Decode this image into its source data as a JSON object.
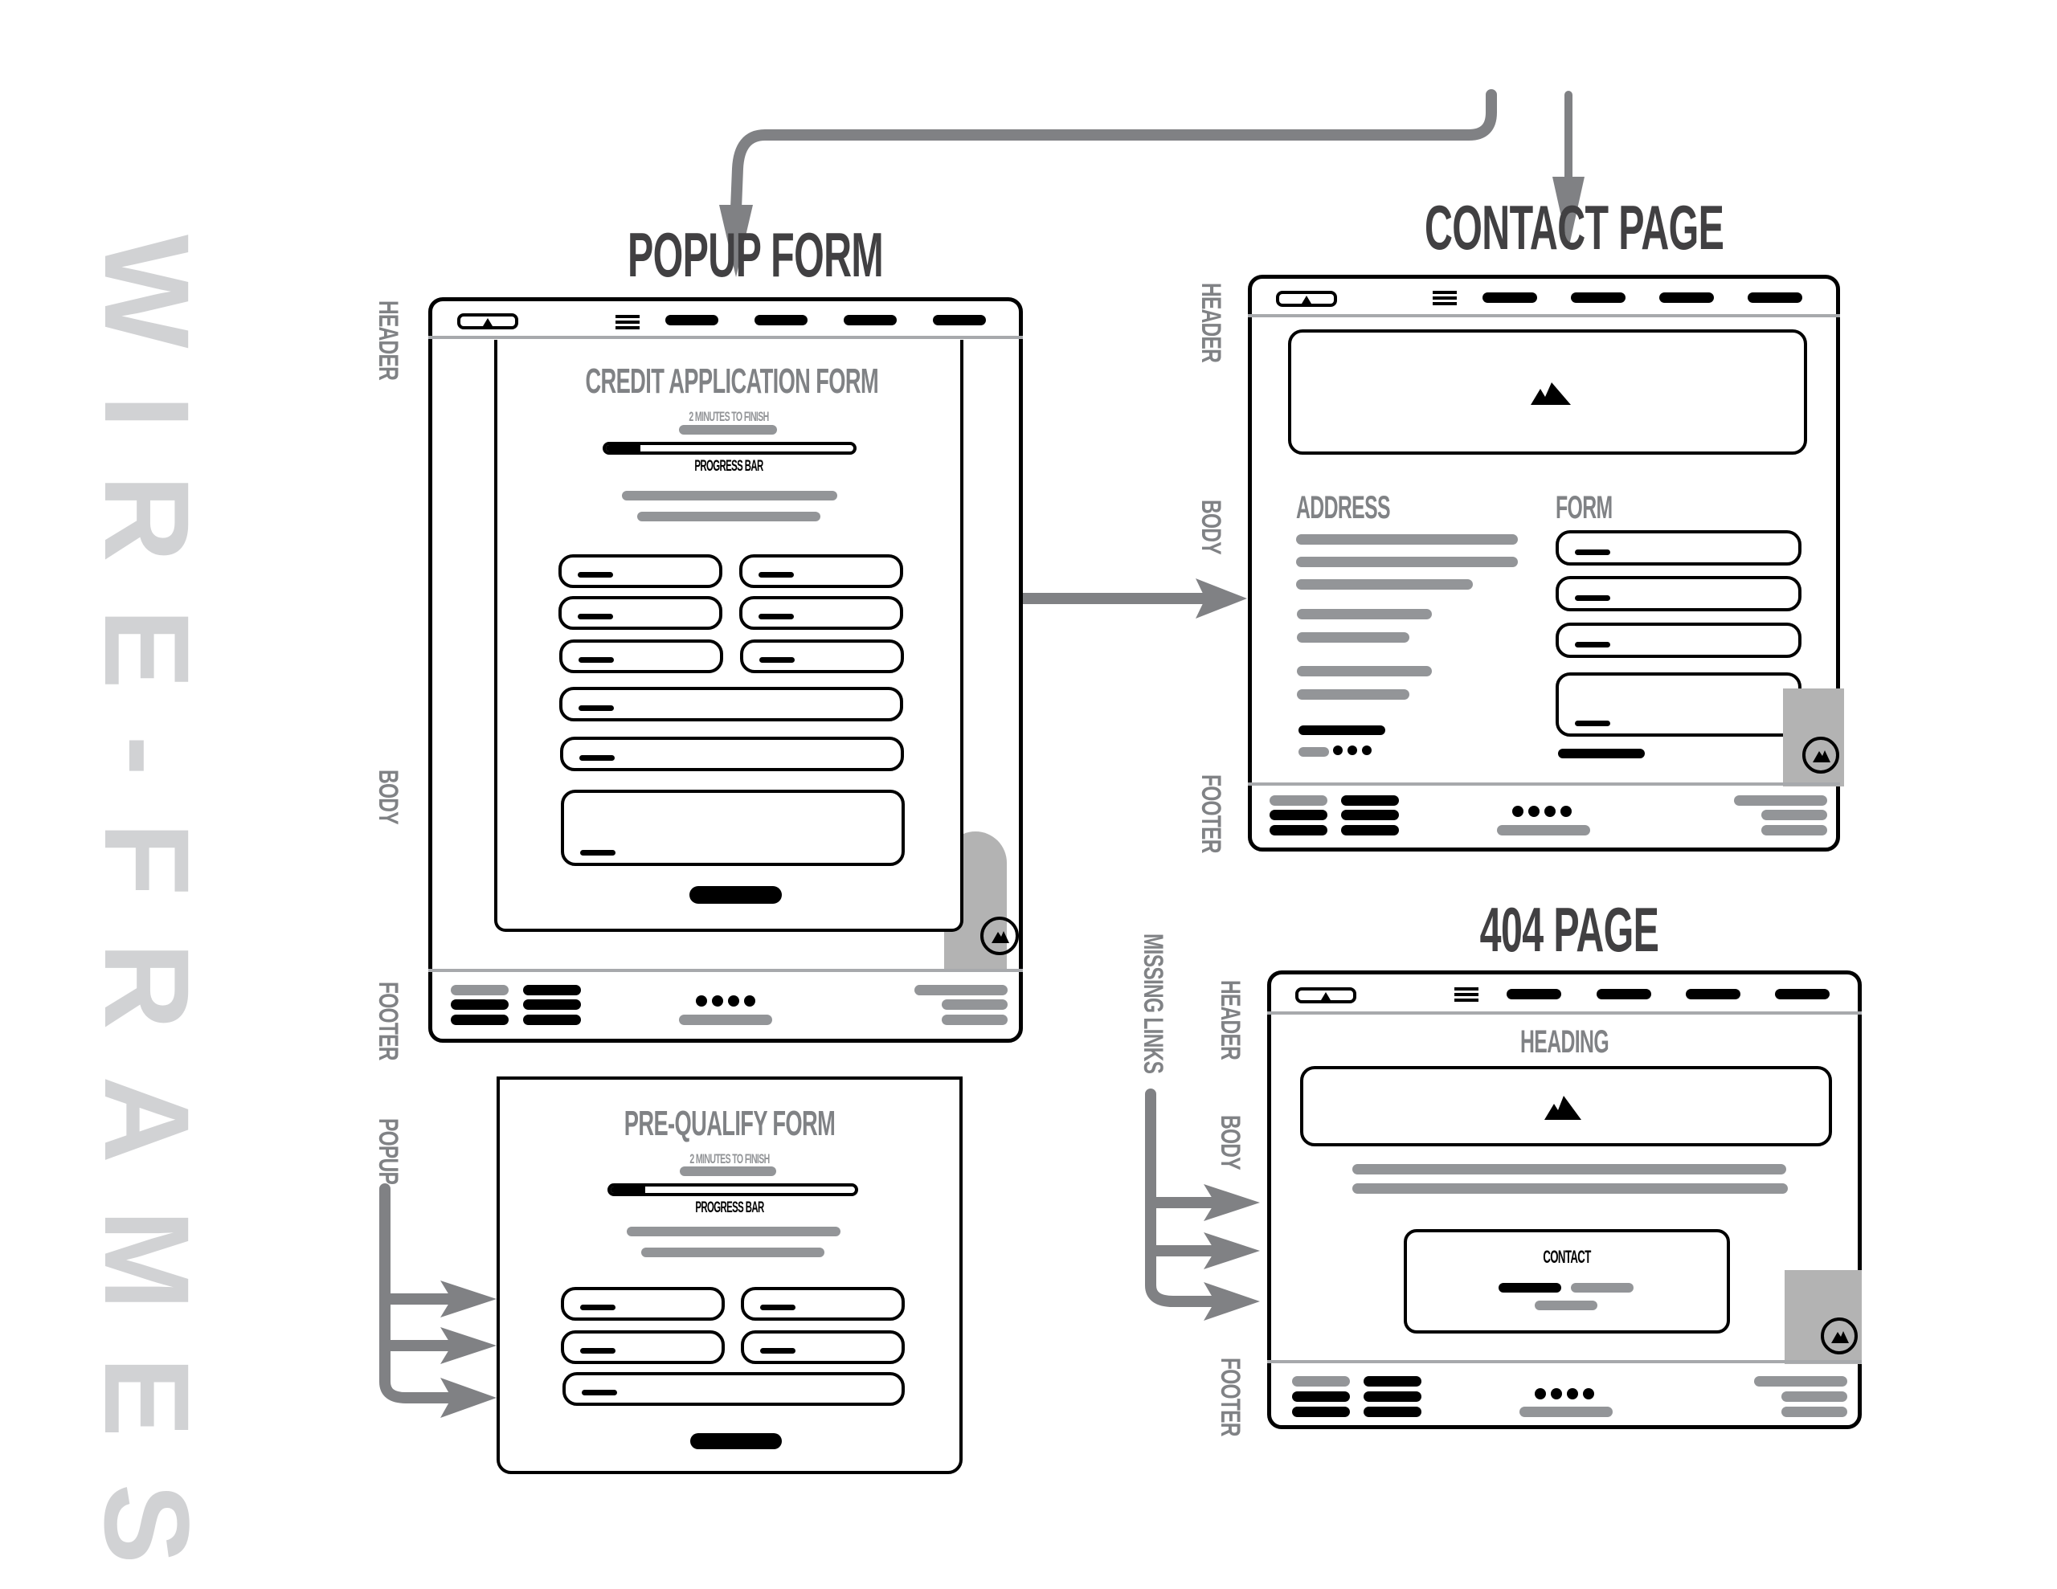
{
  "watermark": "WIRE-FRAMES",
  "titles": {
    "popup_form": "POPUP FORM",
    "contact_page": "CONTACT PAGE",
    "not_found_page": "404 PAGE"
  },
  "side_labels": {
    "popup_frame": [
      "HEADER",
      "BODY",
      "FOOTER",
      "POPUP"
    ],
    "contact_frame": [
      "HEADER",
      "BODY",
      "FOOTER"
    ],
    "not_found_frame": [
      "MISSING LINKS",
      "HEADER",
      "BODY",
      "FOOTER"
    ]
  },
  "credit_form": {
    "heading": "CREDIT APPLICATION FORM",
    "time_note": "2 MINUTES TO FINISH",
    "progress_label": "PROGRESS BAR",
    "progress_percent": 14,
    "paired_fields": 6,
    "full_fields": 2,
    "textarea_fields": 1
  },
  "prequalify_form": {
    "heading": "PRE-QUALIFY FORM",
    "time_note": "2 MINUTES TO FINISH",
    "progress_label": "PROGRESS BAR",
    "progress_percent": 14,
    "paired_fields": 4,
    "full_fields": 1
  },
  "contact_page": {
    "address_heading": "ADDRESS",
    "form_heading": "FORM"
  },
  "not_found_page": {
    "heading": "HEADING",
    "contact_box_label": "CONTACT"
  },
  "icons": {
    "logo": "mountain-icon",
    "menu": "hamburger-icon",
    "image_placeholder": "mountain-icon",
    "chat_badge": "mountain-icon"
  },
  "colors": {
    "title": "#414042",
    "label_gray": "#808285",
    "placeholder_gray": "#939598",
    "divider_gray": "#a7a9ac",
    "watermark": "#d1d2d4",
    "arrow": "#808184",
    "outline": "#000000"
  }
}
